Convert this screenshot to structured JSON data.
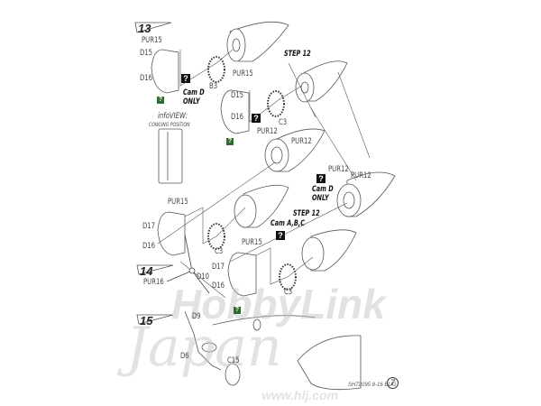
{
  "steps": {
    "s13": "13",
    "s14": "14",
    "s15": "15"
  },
  "labels": {
    "pur15_a": "PUR15",
    "d15_a": "D15",
    "d16_a": "D16",
    "b3": "B3",
    "camd_a": "Cam D",
    "only_a": "ONLY",
    "info_title": "infoVIEW:",
    "info_sub": "COWLING POSITION",
    "step12_a": "STEP 12",
    "pur15_b": "PUR15",
    "d15_b": "D15",
    "d16_b": "D16",
    "c3_a": "C3",
    "pur12_a": "PUR12",
    "pur12_b": "PUR12",
    "pur12_c": "PUR12",
    "pur12_d": "PUR12",
    "camd_b": "Cam D",
    "only_b": "ONLY",
    "step12_b": "STEP 12",
    "camabc": "Cam A,B,C",
    "pur15_c": "PUR15",
    "d17_a": "D17",
    "d16_c": "D16",
    "c3_b": "C3",
    "pur15_d": "PUR15",
    "d17_b": "D17",
    "d16_d": "D16",
    "c3_c": "C3",
    "pur16": "PUR16",
    "d10": "D10",
    "d9": "D9",
    "d6": "D6",
    "c15": "C15"
  },
  "question_mark": "?",
  "footer": {
    "code": "SH72095 8-16 BUG",
    "page": "7"
  },
  "watermark": {
    "brand": "HobbyLink",
    "sub": "Japan",
    "url": "www.hlj.com"
  }
}
